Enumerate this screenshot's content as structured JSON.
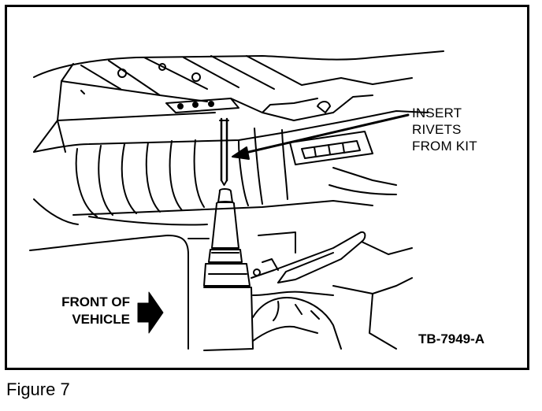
{
  "callout": {
    "line1": "INSERT",
    "line2": "RIVETS",
    "line3": "FROM KIT"
  },
  "direction": {
    "line1": "FRONT OF",
    "line2": "VEHICLE"
  },
  "reference_code": "TB-7949-A",
  "caption": "Figure 7"
}
